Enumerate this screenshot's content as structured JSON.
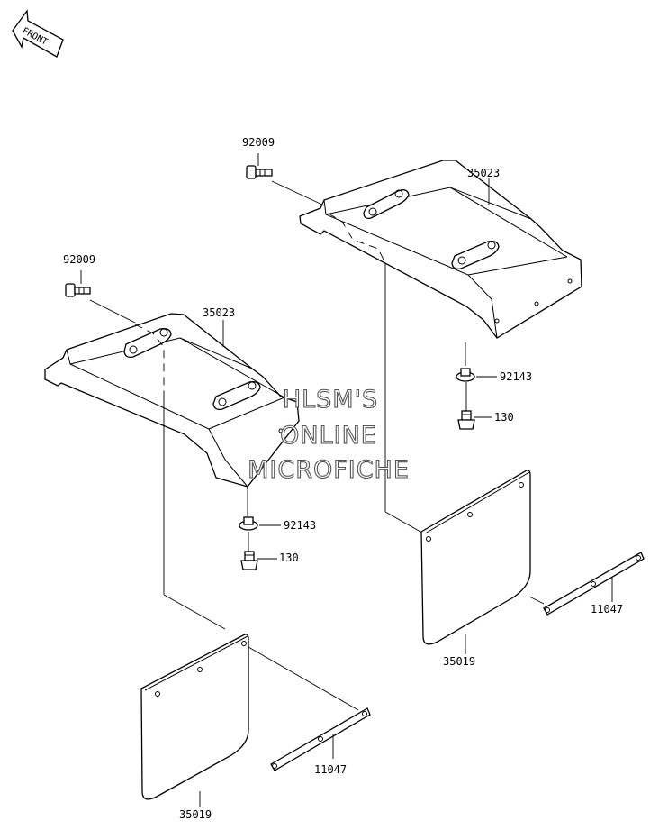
{
  "orientation": {
    "front_label": "FRONT"
  },
  "watermark": {
    "line1": "HLSM'S",
    "line2": "ONLINE",
    "line3": "MICROFICHE"
  },
  "callouts": {
    "bolt_right": "92009",
    "bolt_left": "92009",
    "fender_right": "35023",
    "fender_left": "35023",
    "washer_right": "92143",
    "washer_left": "92143",
    "screw_right": "130",
    "screw_left": "130",
    "strip_right": "11047",
    "strip_left": "11047",
    "flap_right": "35019",
    "flap_left": "35019"
  }
}
